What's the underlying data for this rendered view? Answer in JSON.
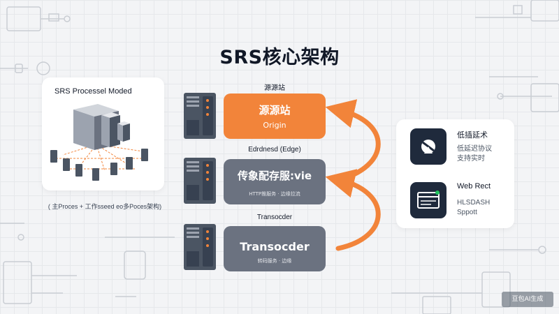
{
  "title": "SRS核心架构",
  "process_model": {
    "title": "SRS Processel Moded",
    "caption": "( 主Proces + 工作sseed eo多Poces架构)"
  },
  "stages": [
    {
      "label": "源源站",
      "title": "源源站",
      "subtitle": "Origin",
      "color": "#f2843a"
    },
    {
      "label": "Edrdnesd (Edge)",
      "title": "传象配存服:vie",
      "subtitle": "HTTP推服务 · 边缘拉流",
      "color": "#6b7280"
    },
    {
      "label": "Transocder",
      "title": "Transocder",
      "subtitle": "转码服务 · 边缘",
      "color": "#6b7280"
    }
  ],
  "features": [
    {
      "icon": "satellite-dish-icon",
      "title": "低插延术",
      "subtitle_lines": [
        "低延迟协议",
        "支持实时"
      ]
    },
    {
      "icon": "dashboard-monitor-icon",
      "title": "Web Rect",
      "subtitle_lines": [
        "HLSDASH",
        "Sppott"
      ]
    }
  ],
  "watermark": "豆包AI生成",
  "colors": {
    "accent": "#f2843a",
    "stage_gray": "#6b7280",
    "icon_bg": "#1f2a3c"
  }
}
